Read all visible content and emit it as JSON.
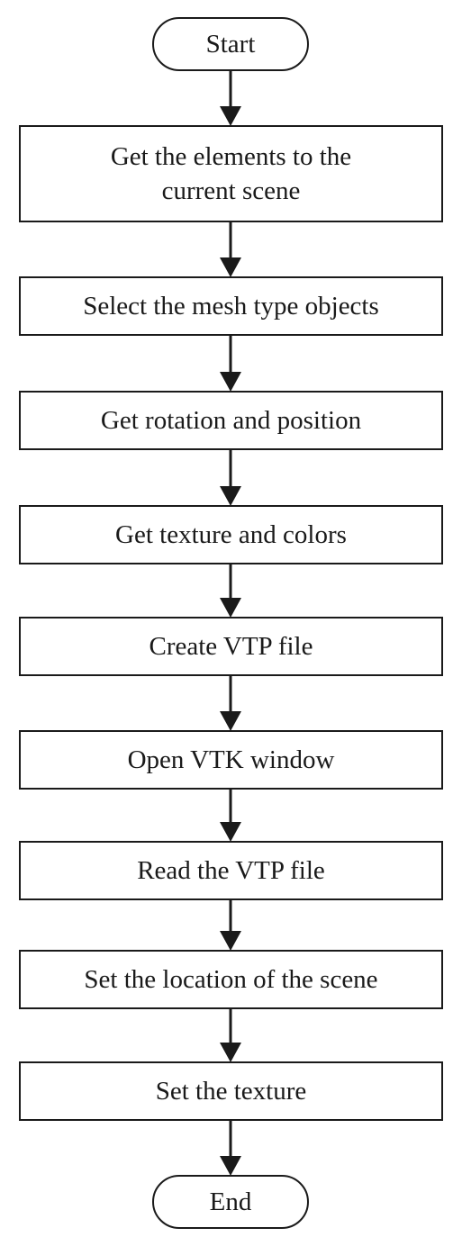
{
  "diagram": {
    "type": "flowchart",
    "direction": "top-to-bottom",
    "nodes": [
      {
        "id": "start",
        "shape": "terminal",
        "lines": [
          "Start"
        ]
      },
      {
        "id": "get-elements",
        "shape": "process",
        "lines": [
          "Get the elements to the",
          "current scene"
        ]
      },
      {
        "id": "select-mesh",
        "shape": "process",
        "lines": [
          "Select the mesh type objects"
        ]
      },
      {
        "id": "get-rotation",
        "shape": "process",
        "lines": [
          "Get rotation and position"
        ]
      },
      {
        "id": "get-texture-colors",
        "shape": "process",
        "lines": [
          "Get texture and colors"
        ]
      },
      {
        "id": "create-vtp",
        "shape": "process",
        "lines": [
          "Create VTP file"
        ]
      },
      {
        "id": "open-vtk",
        "shape": "process",
        "lines": [
          "Open VTK window"
        ]
      },
      {
        "id": "read-vtp",
        "shape": "process",
        "lines": [
          "Read the VTP file"
        ]
      },
      {
        "id": "set-location",
        "shape": "process",
        "lines": [
          "Set the location of the scene"
        ]
      },
      {
        "id": "set-texture",
        "shape": "process",
        "lines": [
          "Set the texture"
        ]
      },
      {
        "id": "end",
        "shape": "terminal",
        "lines": [
          "End"
        ]
      }
    ],
    "edges": [
      {
        "from": "start",
        "to": "get-elements"
      },
      {
        "from": "get-elements",
        "to": "select-mesh"
      },
      {
        "from": "select-mesh",
        "to": "get-rotation"
      },
      {
        "from": "get-rotation",
        "to": "get-texture-colors"
      },
      {
        "from": "get-texture-colors",
        "to": "create-vtp"
      },
      {
        "from": "create-vtp",
        "to": "open-vtk"
      },
      {
        "from": "open-vtk",
        "to": "read-vtp"
      },
      {
        "from": "read-vtp",
        "to": "set-location"
      },
      {
        "from": "set-location",
        "to": "set-texture"
      },
      {
        "from": "set-texture",
        "to": "end"
      }
    ]
  },
  "colors": {
    "stroke": "#1a1a1a",
    "fill": "#ffffff",
    "text": "#1a1a1a"
  }
}
